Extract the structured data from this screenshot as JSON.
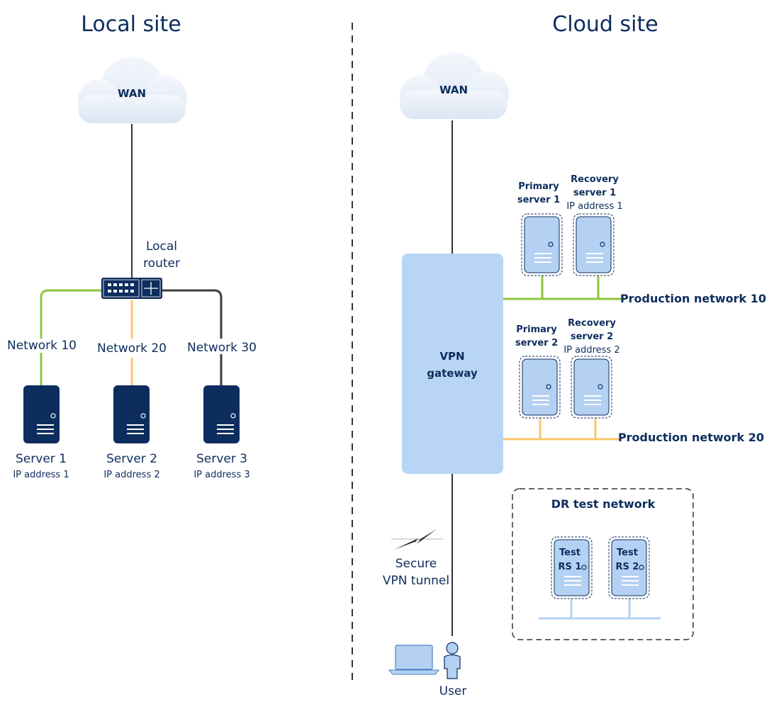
{
  "local_site": {
    "title": "Local site",
    "wan_label": "WAN",
    "router_label_1": "Local",
    "router_label_2": "router",
    "networks": [
      {
        "label": "Network 10",
        "color": "#8dc63f"
      },
      {
        "label": "Network 20",
        "color": "#fbc46b"
      },
      {
        "label": "Network 30",
        "color": "#3d3d3d"
      }
    ],
    "servers": [
      {
        "name": "Server 1",
        "ip": "IP address 1"
      },
      {
        "name": "Server 2",
        "ip": "IP address 2"
      },
      {
        "name": "Server 3",
        "ip": "IP address 3"
      }
    ]
  },
  "cloud_site": {
    "title": "Cloud site",
    "wan_label": "WAN",
    "gateway_label_1": "VPN",
    "gateway_label_2": "gateway",
    "group1": {
      "primary_1": "Primary",
      "primary_2": "server 1",
      "recovery_1": "Recovery",
      "recovery_2": "server 1",
      "recovery_ip": "IP address 1",
      "network": "Production network 10",
      "color": "#8dc63f"
    },
    "group2": {
      "primary_1": "Primary",
      "primary_2": "server 2",
      "recovery_1": "Recovery",
      "recovery_2": "server 2",
      "recovery_ip": "IP address 2",
      "network": "Production network 20",
      "color": "#fbc46b"
    },
    "dr_test": {
      "title": "DR test network",
      "rs1_1": "Test",
      "rs1_2": "RS 1",
      "rs2_1": "Test",
      "rs2_2": "RS 2"
    },
    "tunnel_1": "Secure",
    "tunnel_2": "VPN tunnel",
    "user_label": "User"
  },
  "colors": {
    "navy": "#0d2d5e",
    "server_dark": "#0d2d5e",
    "server_light": "#b4d1f3",
    "gateway_fill": "#b8d5f5",
    "cloud_fill": "#e6eef8"
  }
}
